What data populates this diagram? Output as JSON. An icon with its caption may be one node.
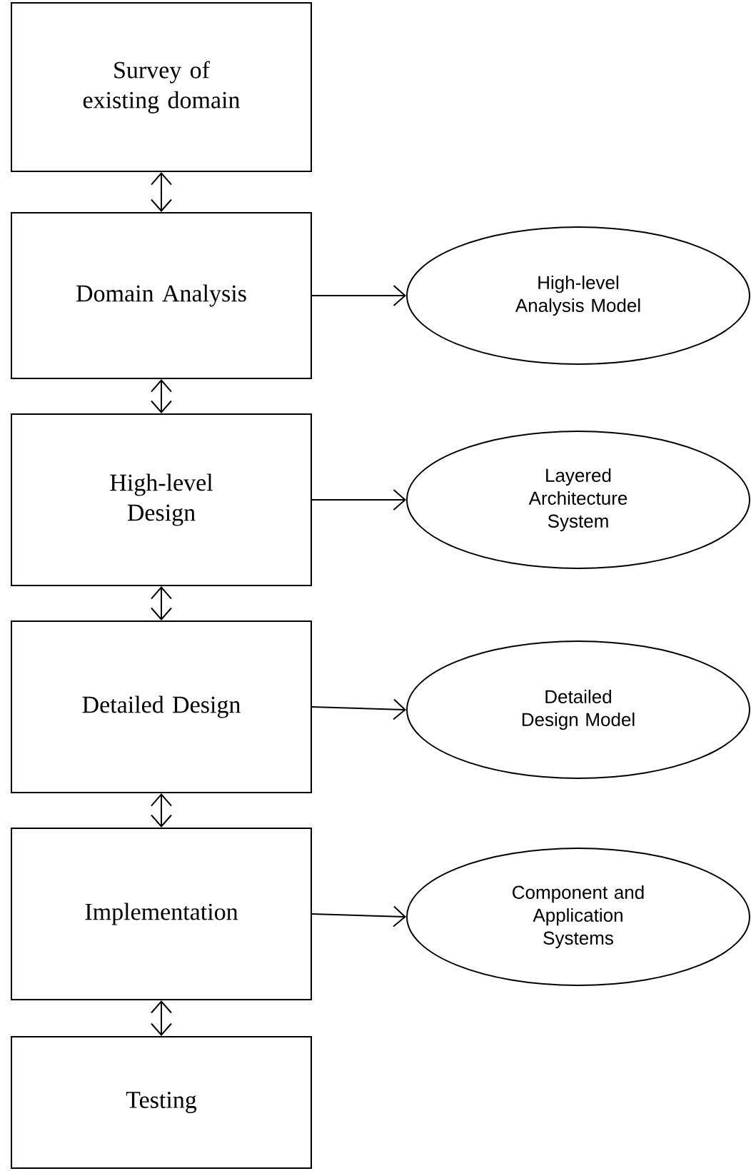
{
  "diagram": {
    "nodes": [
      {
        "text": [
          "Survey of existing domain"
        ]
      },
      {
        "text": [
          "Domain Analysis"
        ]
      },
      {
        "text": [
          "High-level Analysis Model"
        ]
      },
      {
        "text": [
          "High-level Design"
        ]
      },
      {
        "text": [
          "Layered Architecture System"
        ]
      },
      {
        "text": [
          "Detailed Design"
        ]
      },
      {
        "text": [
          "Detailed Design Model"
        ]
      },
      {
        "text": [
          "Implementation"
        ]
      },
      {
        "text": [
          "Component and Application Systems"
        ]
      },
      {
        "text": [
          "Testing"
        ]
      }
    ],
    "edges": [
      {
        "from": 0,
        "to": 1,
        "arrow": "both"
      },
      {
        "from": 1,
        "to": 2,
        "arrow": "to"
      },
      {
        "from": 1,
        "to": 3,
        "arrow": "both"
      },
      {
        "from": 3,
        "to": 4,
        "arrow": "to"
      },
      {
        "from": 3,
        "to": 5,
        "arrow": "both"
      },
      {
        "from": 5,
        "to": 6,
        "arrow": "to"
      },
      {
        "from": 5,
        "to": 7,
        "arrow": "both"
      },
      {
        "from": 7,
        "to": 8,
        "arrow": "to"
      },
      {
        "from": 7,
        "to": 9,
        "arrow": "both"
      }
    ]
  }
}
